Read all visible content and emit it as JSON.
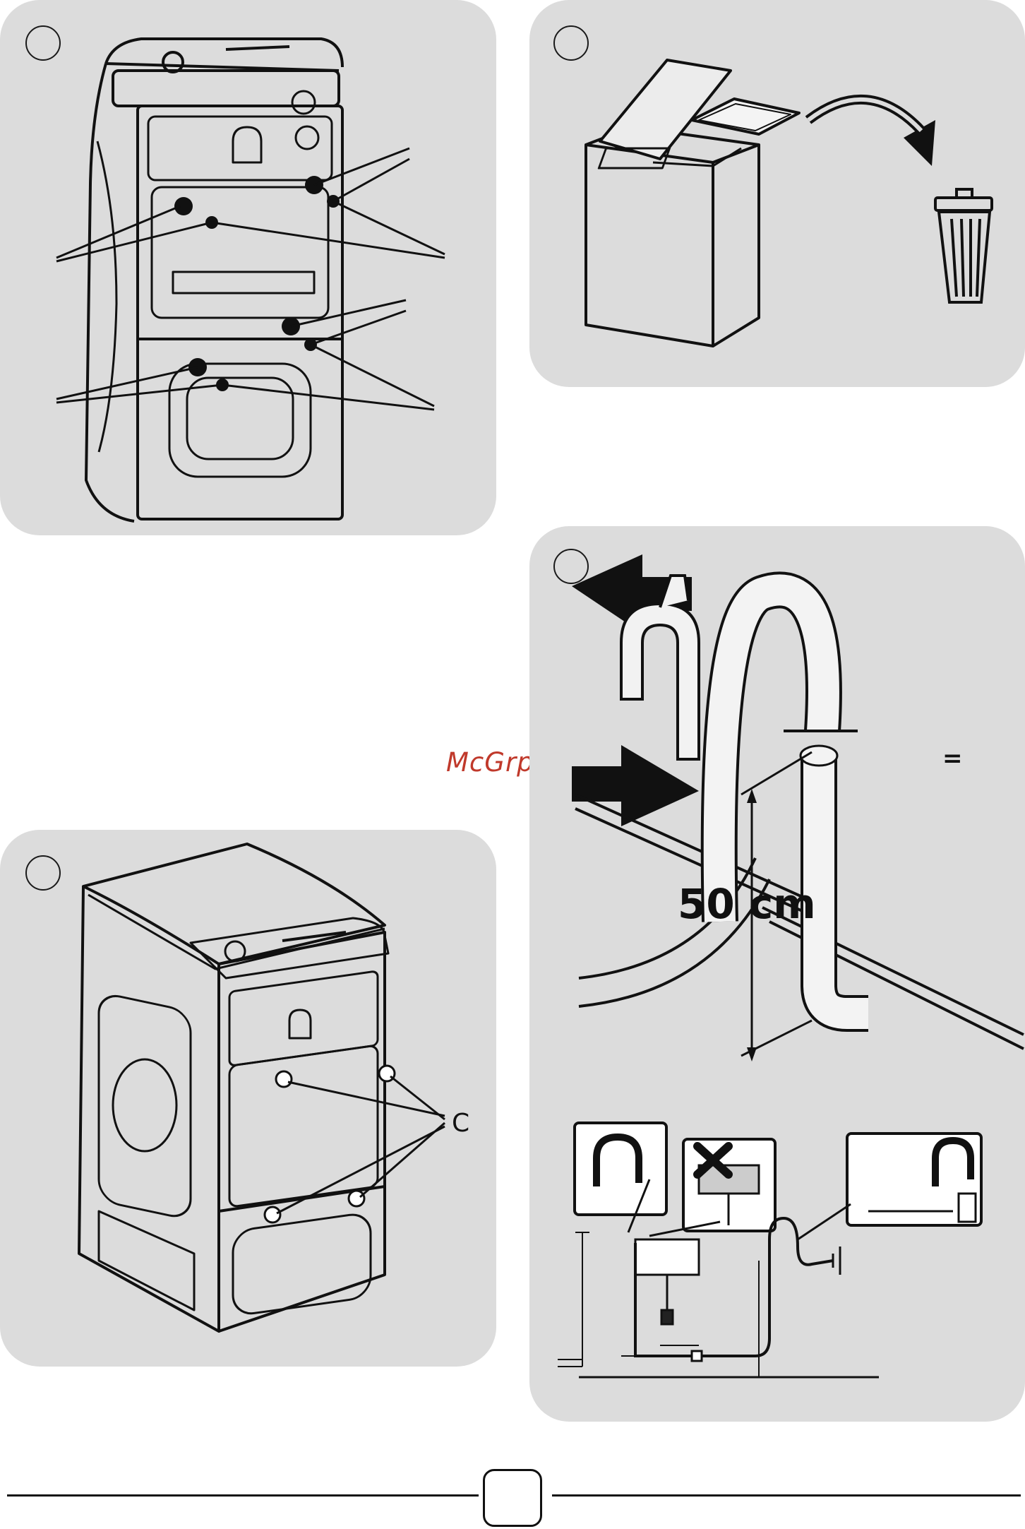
{
  "watermark": "McGrp.Ru",
  "panels": {
    "tray_removal": {
      "label_c": "C"
    },
    "drain_hose": {
      "height_label": "50 cm",
      "equal_sign": "="
    }
  },
  "icons": [
    "transport-bolt-arrow-icon",
    "trash-bin-icon",
    "curved-arrow-icon",
    "hose-guide-clip-icon",
    "cross-mark-icon"
  ]
}
